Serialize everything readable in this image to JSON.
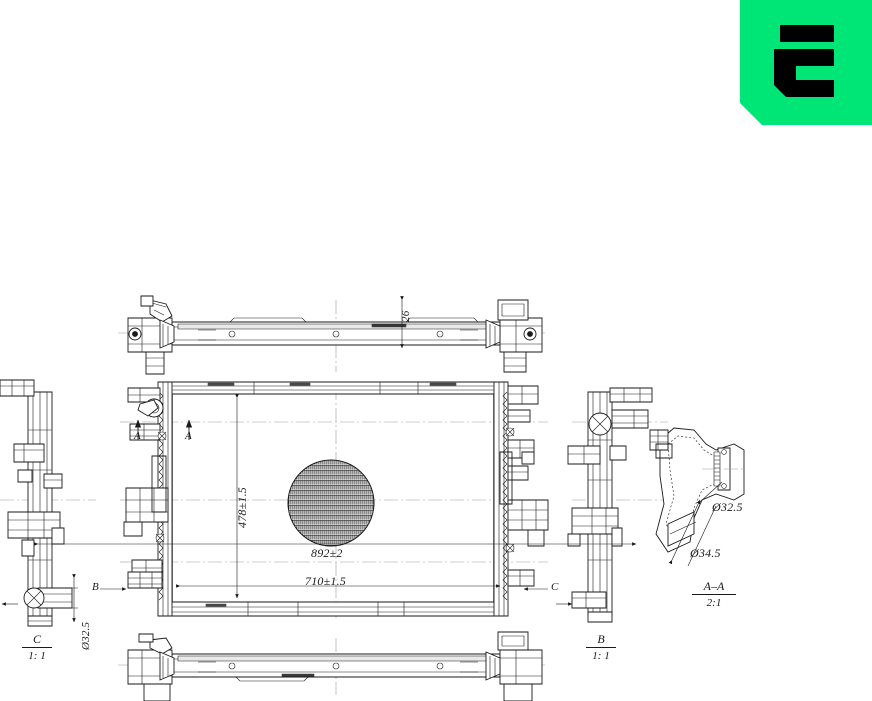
{
  "document": {
    "type": "technical-drawing",
    "subject": "automotive radiator assembly",
    "background_color": "#ffffff",
    "line_color": "#1a1a1a",
    "centerline_color": "#9a9a9a"
  },
  "logo": {
    "name": "nrf-brand-logo",
    "glyph": "E",
    "background_color": "#00e676",
    "glyph_color": "#000000",
    "corner": "top-right"
  },
  "dimensions": {
    "top_view_thickness": "26",
    "core_height": "478±1.5",
    "overall_width": "892±2",
    "core_width": "710±1.5",
    "left_outlet_diameter": "Ø32.5",
    "detail_inner_diameter": "Ø32.5",
    "detail_outer_diameter": "Ø34.5"
  },
  "section_markers": {
    "a_left": "A",
    "a_right": "A",
    "b": "B",
    "c": "C"
  },
  "view_labels": [
    {
      "id": "view-c",
      "name": "C",
      "scale": "1: 1"
    },
    {
      "id": "view-b",
      "name": "B",
      "scale": "1: 1"
    },
    {
      "id": "view-aa",
      "name": "A–A",
      "scale": "2:1"
    }
  ]
}
